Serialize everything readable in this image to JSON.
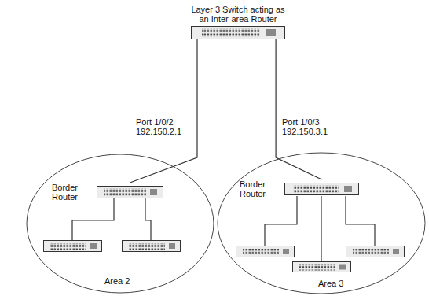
{
  "diagram": {
    "nodes": [
      {
        "text": [
          "Layer 3 Switch acting as an Inter-area Router"
        ]
      },
      {
        "text": [
          "Area 2"
        ]
      },
      {
        "text": [
          "Border Router"
        ],
        "in": 1
      },
      {
        "text": [
          "Area 3"
        ]
      },
      {
        "text": [
          "Border Router"
        ],
        "in": 3
      }
    ],
    "edges": [
      {
        "from": 0,
        "to": 2,
        "arrow": "none",
        "label": "Port 1/0/2 192.150.2.1"
      },
      {
        "from": 0,
        "to": 4,
        "arrow": "none",
        "label": "Port 1/0/3 192.150.3.1"
      }
    ]
  }
}
